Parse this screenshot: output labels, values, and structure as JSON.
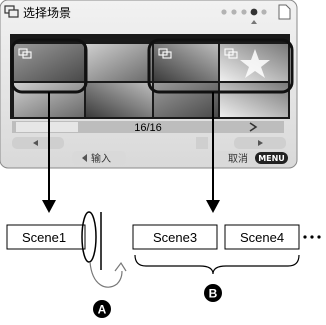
{
  "screen": {
    "title": "选择场景",
    "page_indicator": "16/16",
    "bottom_left_button": "输入",
    "bottom_right_button": "取消",
    "menu_button": "MENU",
    "page_dots_count": 5,
    "active_page_dot": 4
  },
  "scenes": [
    "Scene1",
    "Scene3",
    "Scene4"
  ],
  "markers": {
    "a": "A",
    "b": "B"
  }
}
